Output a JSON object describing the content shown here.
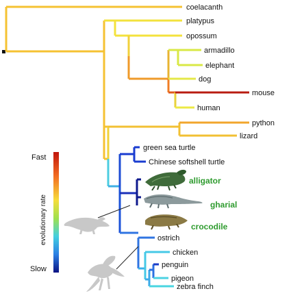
{
  "species": {
    "coelacanth": "coelacanth",
    "platypus": "platypus",
    "opossum": "opossum",
    "armadillo": "armadillo",
    "elephant": "elephant",
    "dog": "dog",
    "mouse": "mouse",
    "human": "human",
    "python": "python",
    "lizard": "lizard",
    "green_sea_turtle": "green sea turtle",
    "chinese_softshell_turtle": "Chinese softshell turtle",
    "ostrich": "ostrich",
    "chicken": "chicken",
    "penguin": "penguin",
    "pigeon": "pigeon",
    "zebra_finch": "zebra finch"
  },
  "crocodilians": {
    "alligator": "alligator",
    "gharial": "gharial",
    "crocodile": "crocodile"
  },
  "rate_scale": {
    "title": "evolutionary rate",
    "high": "Fast",
    "low": "Slow",
    "colors": [
      "#b01c0e",
      "#e8541e",
      "#f4a92a",
      "#f1d93a",
      "#b6e34a",
      "#51cdd6",
      "#2e8ae6",
      "#1a2fc9",
      "#0c1480"
    ]
  },
  "icons": [
    "alligator-image",
    "gharial-image",
    "crocodile-image",
    "dinosaur-silhouette",
    "archaeopteryx-silhouette"
  ]
}
